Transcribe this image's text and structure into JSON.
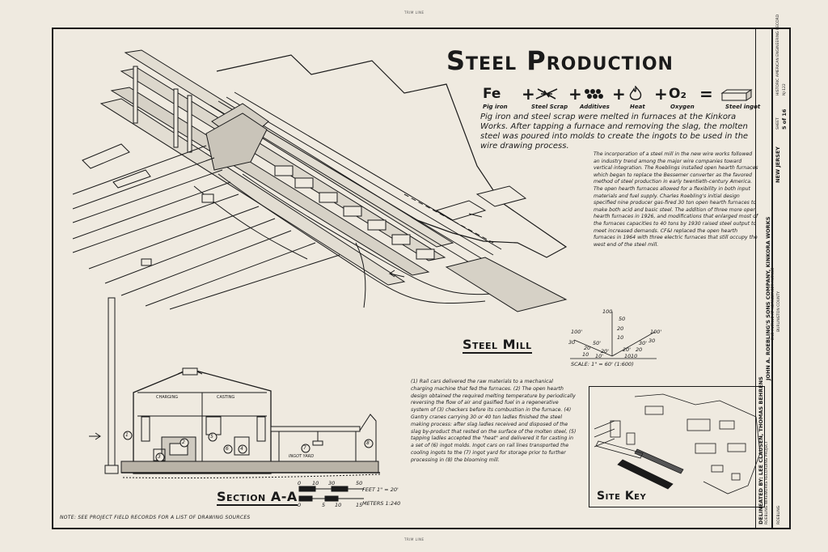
{
  "sheet": {
    "border_marks": [
      "TRIM LINE",
      "TRIM LINE"
    ]
  },
  "header": {
    "title": "Steel Production"
  },
  "equation": {
    "items": [
      {
        "symbol": "Fe",
        "label": "Pig iron"
      },
      {
        "symbol": "",
        "label": "Steel Scrap"
      },
      {
        "symbol": "",
        "label": "Additives"
      },
      {
        "symbol": "",
        "label": "Heat"
      },
      {
        "symbol": "O₂",
        "label": "Oxygen"
      },
      {
        "symbol": "",
        "label": "Steel ingot"
      }
    ],
    "operators": [
      "+",
      "+",
      "+",
      "+",
      "="
    ]
  },
  "intro": {
    "text": "Pig iron and steel scrap were melted in furnaces at the Kinkora Works. After tapping a furnace and removing the slag, the molten steel was poured into molds to create the ingots to be used in the wire drawing process."
  },
  "history": {
    "text": "The incorporation of a steel mill in the new wire works followed an industry trend among the major wire companies toward vertical integration. The Roeblings installed open hearth furnaces which began to replace the Bessemer converter as the favored method of steel production in early twentieth-century America. The open hearth furnaces allowed for a flexibility in both input materials and fuel supply. Charles Roebling's initial design specified nine producer gas-fired 30 ton open hearth furnaces to make both acid and basic steel. The addition of three more open hearth furnaces in 1926, and modifications that enlarged most of the furnaces capacities to 40 tons by 1930 raised steel output to meet increased demands. CF&I replaced the open hearth furnaces in 1964 with three electric furnaces that still occupy the west end of the steel mill."
  },
  "steel_mill": {
    "label": "Steel Mill",
    "scale_label": "SCALE: 1\" = 60' (1:600)",
    "scale_numbers": [
      "100",
      "50",
      "20",
      "10",
      "100'",
      "30",
      "20",
      "10",
      "100'",
      "30",
      "20",
      "10",
      "50'",
      "20'",
      "10'",
      "10",
      "30'",
      "20'"
    ]
  },
  "section": {
    "label": "Section A-A",
    "room_labels": [
      "CHARGING",
      "CASTING"
    ],
    "yard_label": "INGOT YARD",
    "callouts": [
      "1",
      "2",
      "3",
      "4",
      "5",
      "6",
      "7",
      "8"
    ],
    "scale_feet": [
      "0",
      "10",
      "30",
      "50"
    ],
    "scale_feet_label": "FEET 1\" = 20'",
    "scale_meters": [
      "0",
      "5",
      "10",
      "15"
    ],
    "scale_meters_label": "METERS 1:240"
  },
  "process": {
    "text": "(1) Rail cars delivered the raw materials to a mechanical charging machine that fed the furnaces. (2) The open hearth design obtained the required melting temperature by periodically reversing the flow of air and gasified fuel in a regenerative system of (3) checkers before its combustion in the furnace. (4) Gantry cranes carrying 30 or 40 ton ladles finished the steel making process: after slag ladles received and disposed of the slag by-product that rested on the surface of the molten steel, (5) tapping ladles accepted the \"heat\" and delivered it for casting in a set of (6) ingot molds. Ingot cars on rail lines transported the cooling ingots to the (7) ingot yard for storage prior to further processing in (8) the blooming mill."
  },
  "site_key": {
    "label": "Site Key"
  },
  "note": {
    "text": "NOTE: SEE PROJECT FIELD RECORDS FOR A LIST OF DRAWING SOURCES"
  },
  "title_block": {
    "delineator": "DELINEATED BY: LEE CLAUSEN, THOMAS BEHRENS",
    "project": "JOHN A. ROEBLING'S SONS COMPANY, KINKORA WORKS",
    "location": "2ND AVENUE AT HORNBERGER AVENUE",
    "county": "BURLINGTON COUNTY",
    "city": "ROEBLING",
    "state": "NEW JERSEY",
    "sheet_label": "SHEET",
    "sheet_number": "5 of 16",
    "survey": "HISTORIC AMERICAN ENGINEERING RECORD",
    "survey_number": "NJ-122",
    "recording_project": "ROEBLING WIREWORKS RECORDING PROJECT"
  },
  "colors": {
    "paper": "#efeae0",
    "ink": "#1a1a1a",
    "hatch": "#444444"
  }
}
